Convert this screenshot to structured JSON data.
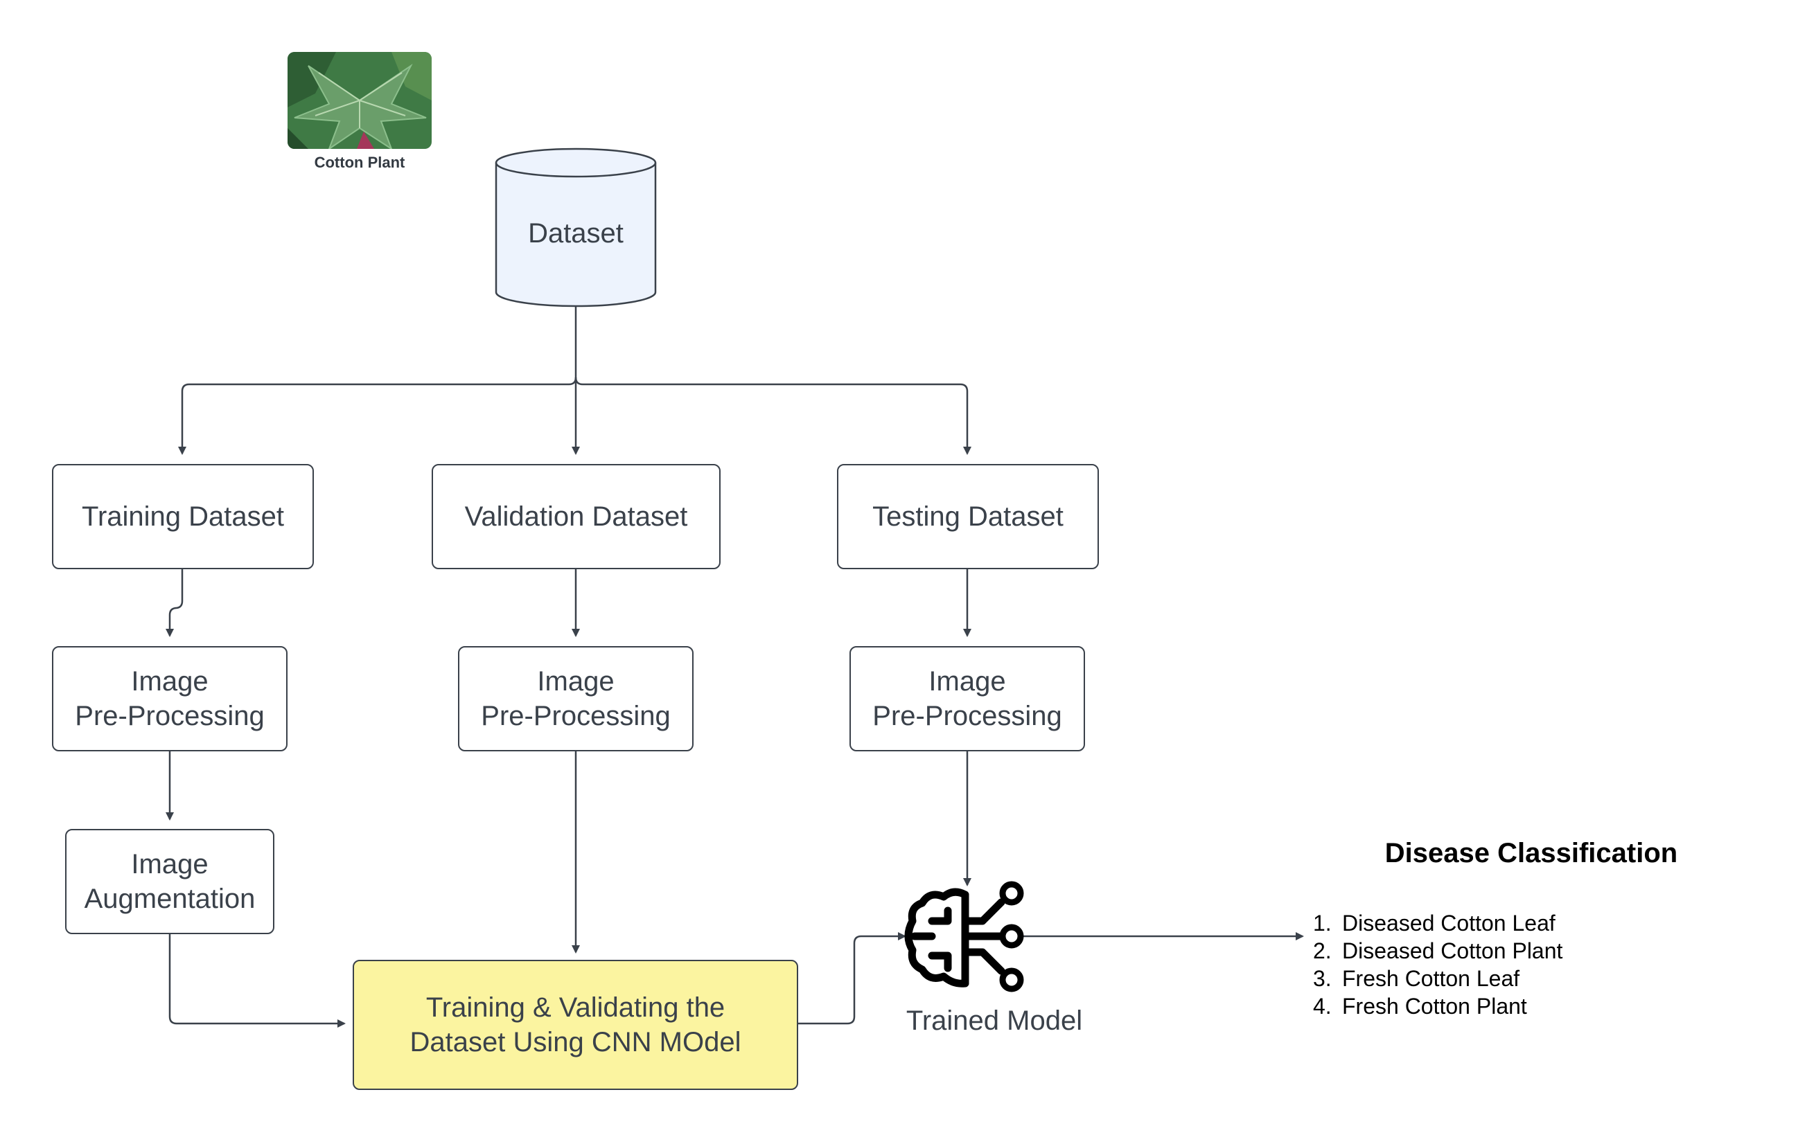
{
  "photo": {
    "caption": "Cotton Plant"
  },
  "dataset": {
    "label": "Dataset"
  },
  "splits": {
    "training": "Training Dataset",
    "validation": "Validation Dataset",
    "testing": "Testing Dataset"
  },
  "preprocessing": {
    "line1": "Image",
    "line2": "Pre-Processing"
  },
  "augmentation": {
    "line1": "Image",
    "line2": "Augmentation"
  },
  "training_box": {
    "line1": "Training & Validating the",
    "line2": "Dataset Using CNN MOdel"
  },
  "model": {
    "label": "Trained Model",
    "icon": "brain-circuit-icon"
  },
  "classification": {
    "title": "Disease Classification",
    "items": [
      {
        "num": "1.",
        "text": "Diseased Cotton Leaf"
      },
      {
        "num": "2.",
        "text": "Diseased Cotton Plant"
      },
      {
        "num": "3.",
        "text": "Fresh Cotton Leaf"
      },
      {
        "num": "4.",
        "text": "Fresh Cotton Plant"
      }
    ]
  },
  "colors": {
    "stroke": "#3a414a",
    "cylinder_fill": "#edf3fd",
    "highlight_fill": "#fbf4a0"
  }
}
